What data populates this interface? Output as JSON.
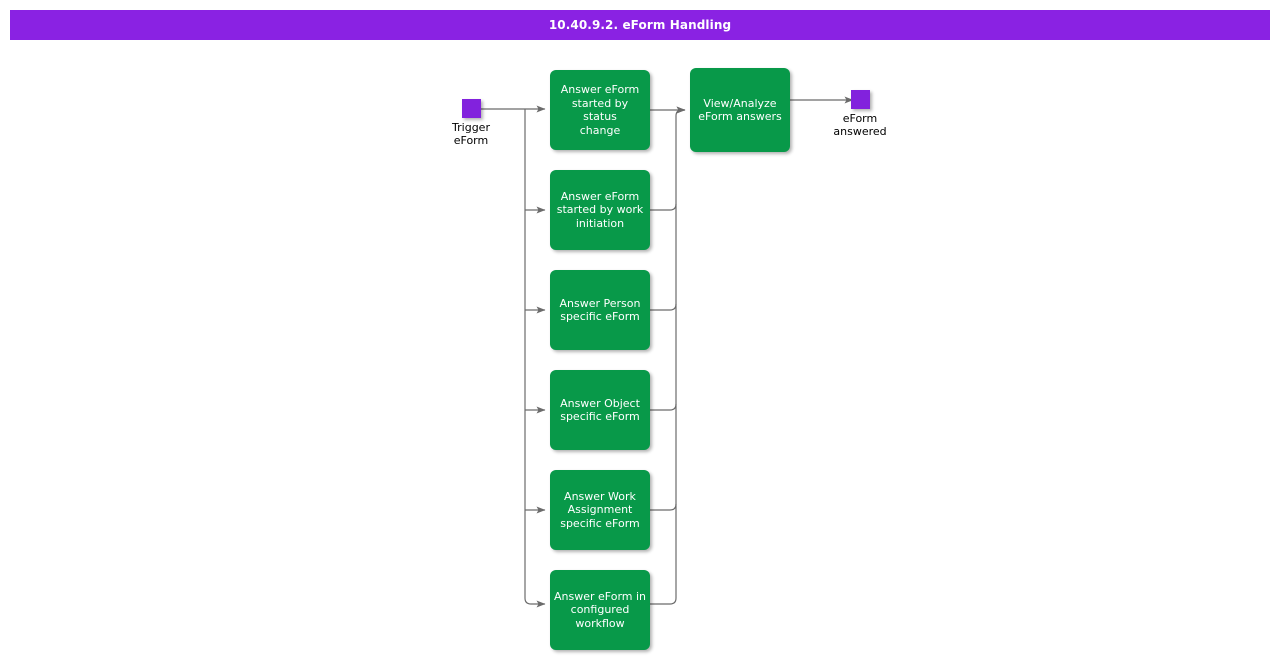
{
  "header": {
    "title": "10.40.9.2. eForm Handling",
    "background_color": "#8a22e3",
    "text_color": "#ffffff"
  },
  "theme": {
    "process_node_color": "#089949",
    "terminator_node_color": "#8222dd",
    "connector_color": "#6b6b6b",
    "page_background": "#ffffff",
    "node_text_color": "#ffffff",
    "label_text_color": "#000000"
  },
  "diagram": {
    "type": "flowchart",
    "start_node": {
      "name": "trigger-eform",
      "label": "Trigger\neForm",
      "shape": "square-terminator",
      "color": "#8222dd"
    },
    "end_node": {
      "name": "eform-answered",
      "label": "eForm\nanswered",
      "shape": "square-terminator",
      "color": "#8222dd"
    },
    "branch_nodes": [
      {
        "name": "answer-eform-started-by-status-change",
        "label": "Answer eForm\nstarted by status\nchange",
        "shape": "rounded-rect",
        "color": "#089949"
      },
      {
        "name": "answer-eform-started-by-work-initiation",
        "label": "Answer eForm\nstarted by work\ninitiation",
        "shape": "rounded-rect",
        "color": "#089949"
      },
      {
        "name": "answer-person-specific-eform",
        "label": "Answer Person\nspecific eForm",
        "shape": "rounded-rect",
        "color": "#089949"
      },
      {
        "name": "answer-object-specific-eform",
        "label": "Answer Object\nspecific eForm",
        "shape": "rounded-rect",
        "color": "#089949"
      },
      {
        "name": "answer-work-assignment-specific-eform",
        "label": "Answer Work\nAssignment\nspecific eForm",
        "shape": "rounded-rect",
        "color": "#089949"
      },
      {
        "name": "answer-eform-in-configured-workflow",
        "label": "Answer eForm in\nconfigured\nworkflow",
        "shape": "rounded-rect",
        "color": "#089949"
      }
    ],
    "merge_node": {
      "name": "view-analyze-eform-answers",
      "label": "View/Analyze\neForm answers",
      "shape": "rounded-rect",
      "color": "#089949"
    }
  }
}
